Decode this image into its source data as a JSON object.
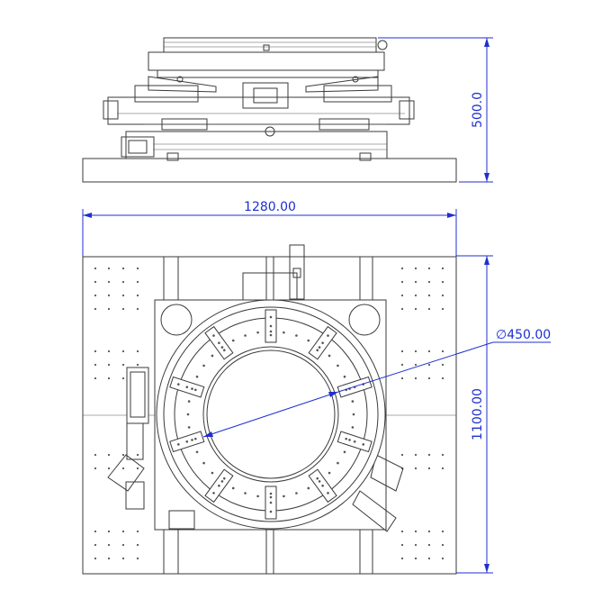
{
  "dimensions": {
    "height_side": "500.0",
    "width_top": "1280.00",
    "diameter": "∅450.00",
    "height_top": "1100.00"
  },
  "colors": {
    "dimension": "#1f2fd0",
    "linework": "#3a3a3a",
    "background": "#ffffff"
  }
}
